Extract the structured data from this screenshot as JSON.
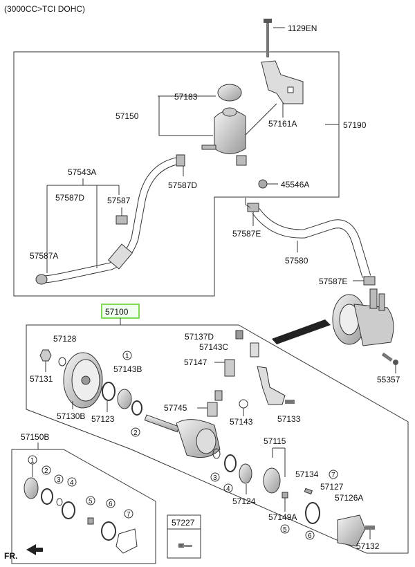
{
  "header": "(3000CC>TCI DOHC)",
  "direction_label": "FR.",
  "highlight": {
    "label": "57100",
    "color": "#7ed957"
  },
  "labels": {
    "bolt_top": "1129EN",
    "cap": "57183",
    "reservoir": "57150",
    "bracket": "57161A",
    "reservoir_assy": "57190",
    "hose_left": "57543A",
    "clamp_a": "57587D",
    "clamp_b": "57587",
    "clamp_c": "57587A",
    "clamp_mid": "57587D",
    "clip": "45546A",
    "clamp_e1": "57587E",
    "hose_return": "57580",
    "clamp_e2": "57587E",
    "bolt_pump": "55357",
    "pulley_nut": "57128",
    "pulley_washer": "57131",
    "pulley": "57130B",
    "bearing": "57143B",
    "seal": "57123",
    "cap_pump": "57137D",
    "connector": "57143C",
    "valve": "57147",
    "fitting": "57745",
    "oring_side": "57143",
    "bracket_pump": "57133",
    "rotor": "57115",
    "vane": "57124",
    "pin": "57134",
    "cover_gasket": "57127",
    "rear_cover": "57126A",
    "pin2": "57149A",
    "bolt_rear": "57132",
    "kit": "57150B",
    "kit_bolt": "57227"
  },
  "callouts": [
    "1",
    "2",
    "3",
    "4",
    "5",
    "6",
    "7"
  ]
}
